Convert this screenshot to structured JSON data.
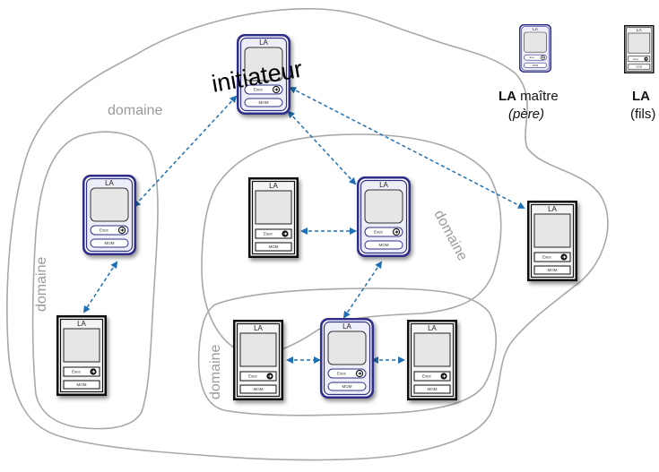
{
  "colors": {
    "domain_outline": "#a8a8a8",
    "master_border": "#2d2d8a",
    "master_fill": "#eeeef8",
    "child_border": "#1a1a1a",
    "arrow": "#1f6fb5"
  },
  "labels": {
    "domain": "domaine",
    "initiator": "initiateur"
  },
  "device": {
    "title": "LA",
    "exec_label": "Exec",
    "mom_label": "MOM"
  },
  "legend": {
    "master_bold": "LA",
    "master_text": " maître",
    "master_sub": "(père)",
    "child_bold": "LA",
    "child_sub": "(fils)"
  }
}
